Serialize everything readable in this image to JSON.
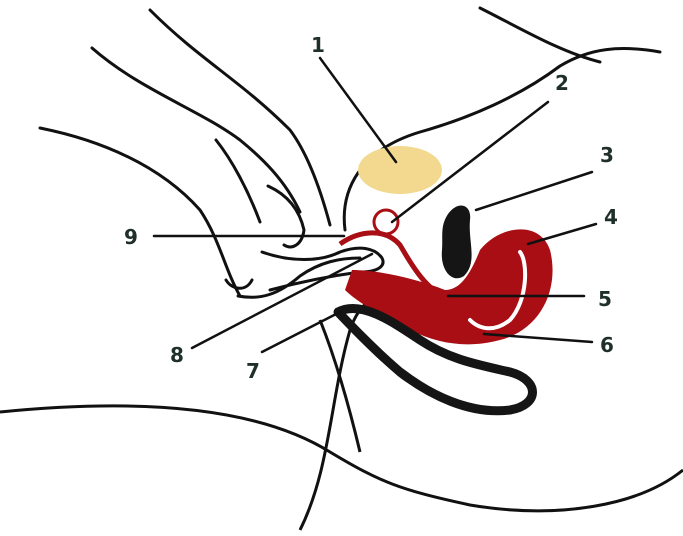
{
  "diagram": {
    "labels": [
      {
        "id": "1",
        "text": "1"
      },
      {
        "id": "2",
        "text": "2"
      },
      {
        "id": "3",
        "text": "3"
      },
      {
        "id": "4",
        "text": "4"
      },
      {
        "id": "5",
        "text": "5"
      },
      {
        "id": "6",
        "text": "6"
      },
      {
        "id": "7",
        "text": "7"
      },
      {
        "id": "8",
        "text": "8"
      },
      {
        "id": "9",
        "text": "9"
      }
    ]
  },
  "colors": {
    "ink": "#111111",
    "label": "#1f2f2a",
    "uterus": "#a80e14",
    "bladder": "#f2d98f",
    "bowel": "#151515",
    "paper": "#ffffff"
  }
}
